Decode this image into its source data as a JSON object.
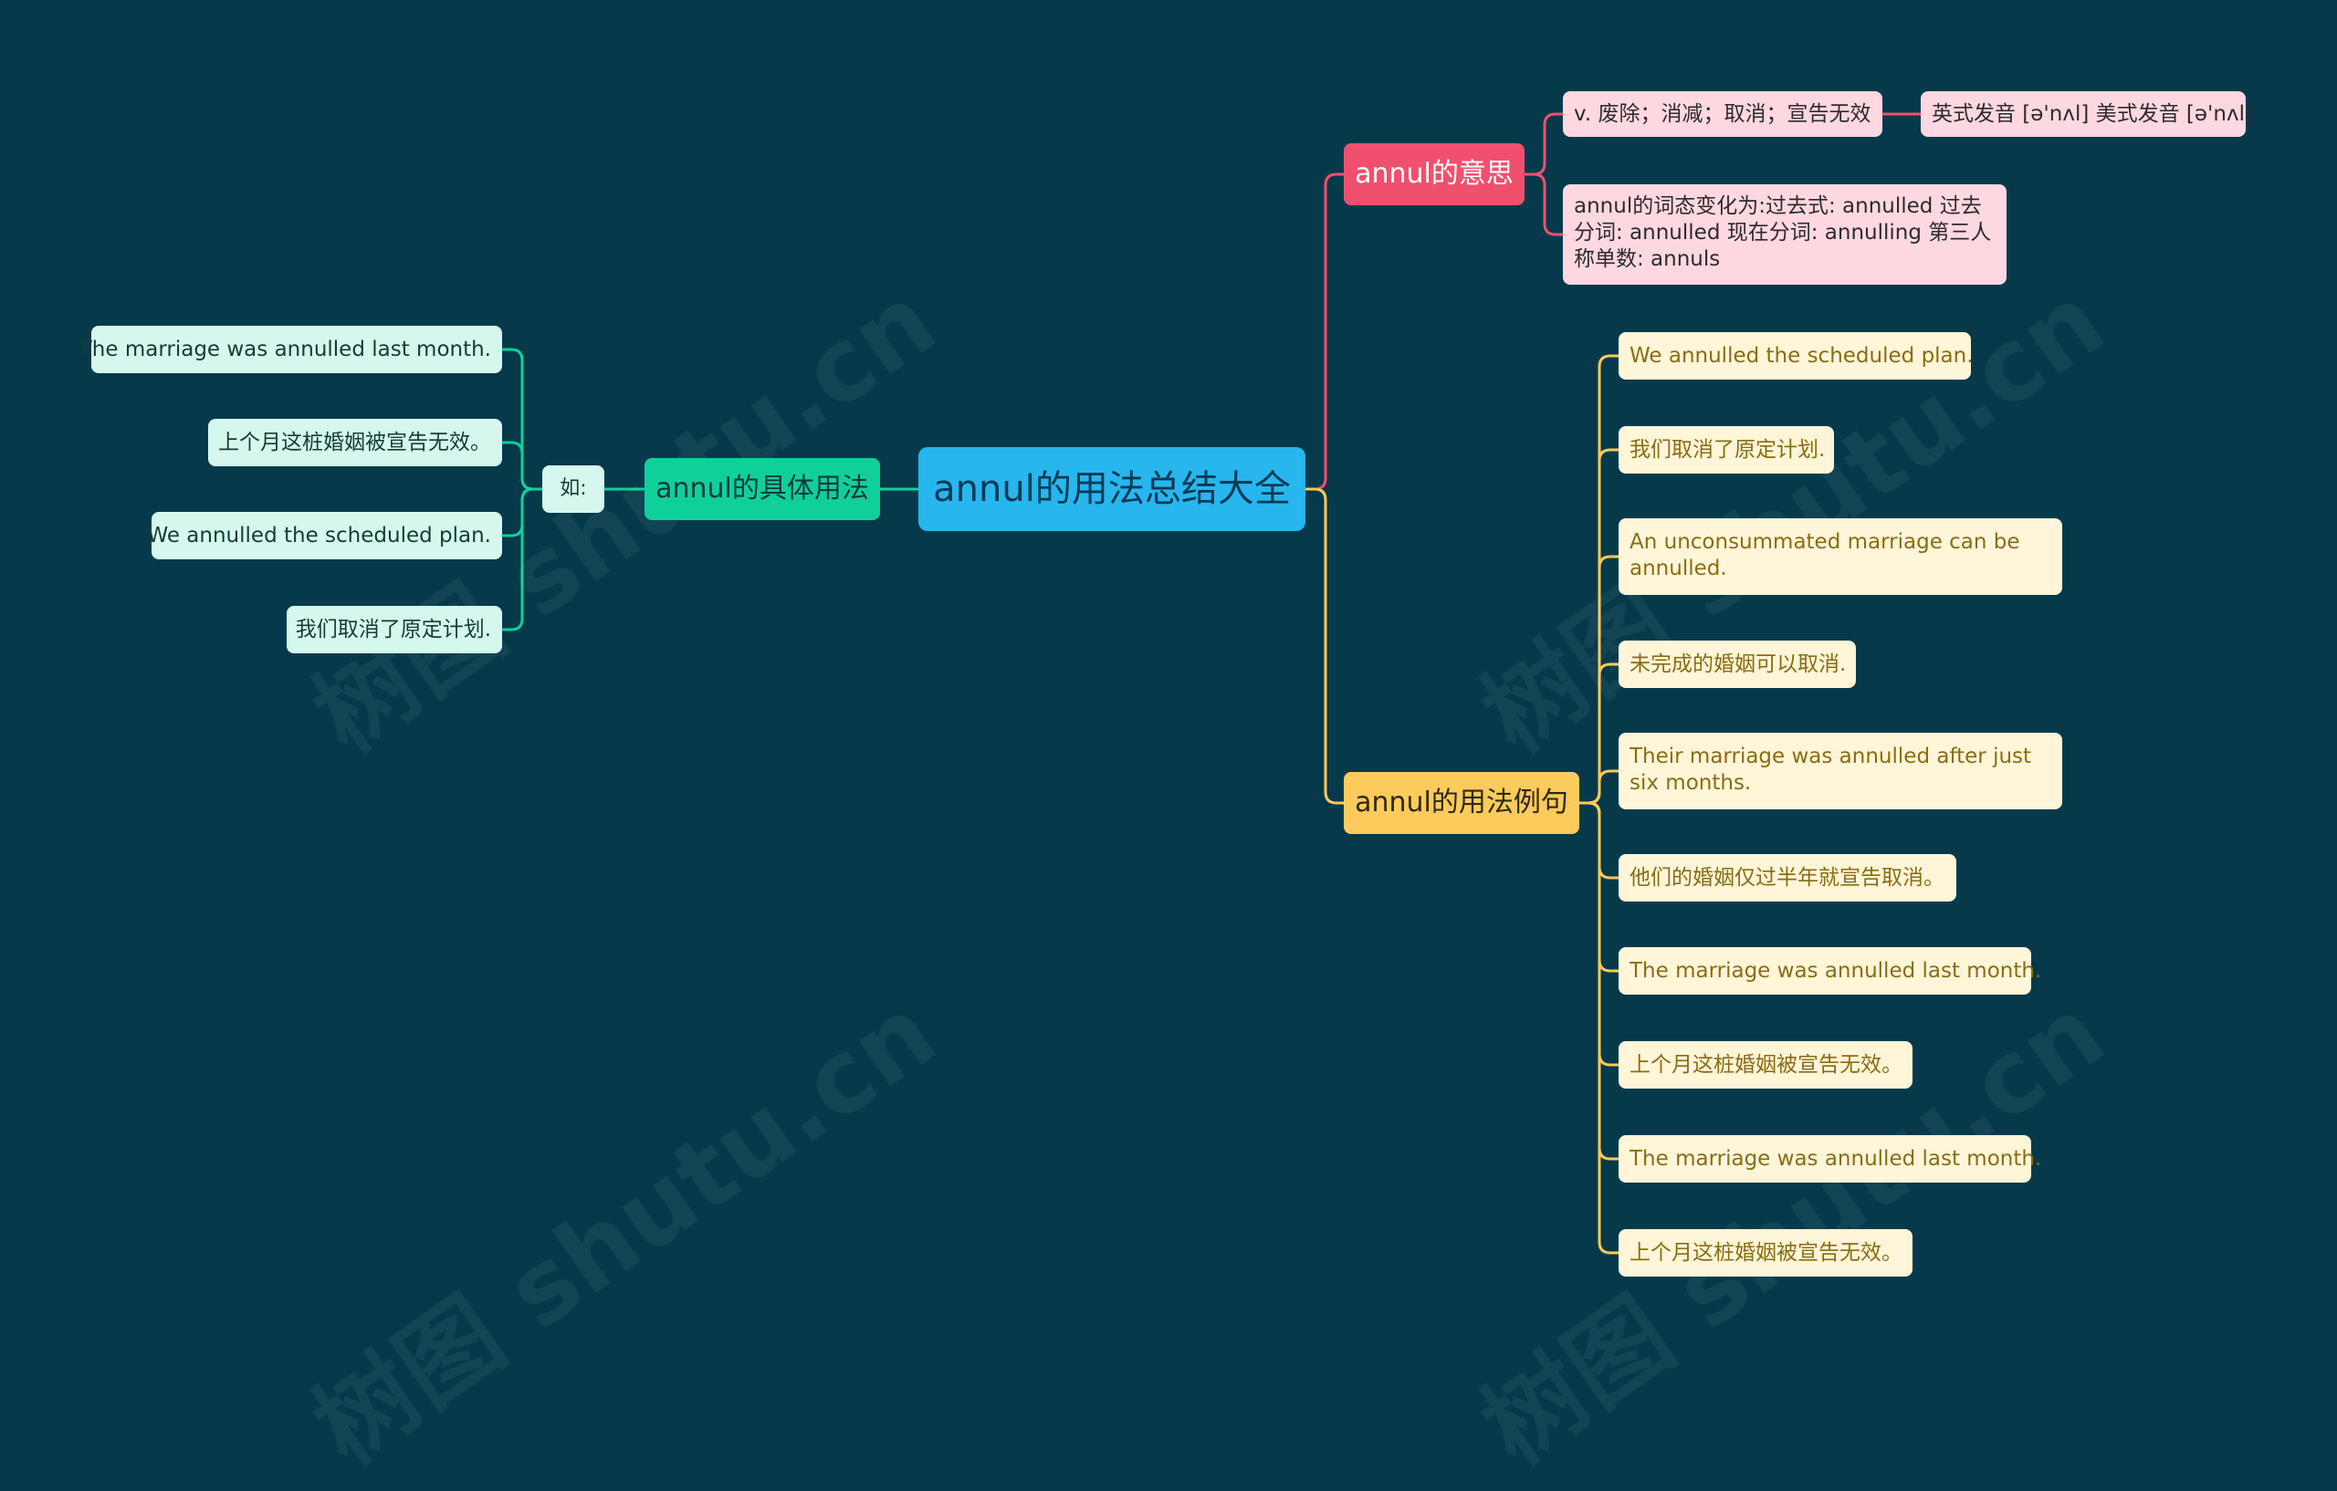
{
  "root": {
    "label": "annul的用法总结大全"
  },
  "meaning": {
    "label": "annul的意思",
    "definition": "v. 废除；消减；取消；宣告无效",
    "pronunciation": "英式发音 [ə'nʌl] 美式发音 [ə'nʌl]",
    "inflections": "annul的词态变化为:过去式: annulled 过去分词: annulled 现在分词: annulling 第三人称单数: annuls"
  },
  "examples": {
    "label": "annul的用法例句",
    "items": [
      "We annulled the scheduled plan.",
      "我们取消了原定计划.",
      "An unconsummated marriage can be annulled.",
      "未完成的婚姻可以取消.",
      "Their marriage was annulled after just six months.",
      "他们的婚姻仅过半年就宣告取消。",
      "The marriage was annulled last month.",
      "上个月这桩婚姻被宣告无效。",
      "The marriage was annulled last month.",
      "上个月这桩婚姻被宣告无效。"
    ]
  },
  "usage": {
    "label": "annul的具体用法",
    "ru_label": "如:",
    "items": [
      "The marriage was annulled last month.",
      "上个月这桩婚姻被宣告无效。",
      "We annulled the scheduled plan.",
      "我们取消了原定计划."
    ]
  },
  "colors": {
    "background": "#063a4b",
    "root": "#27b6ee",
    "meaning": "#f0506e",
    "examples": "#fdca5c",
    "usage": "#10d09a"
  }
}
